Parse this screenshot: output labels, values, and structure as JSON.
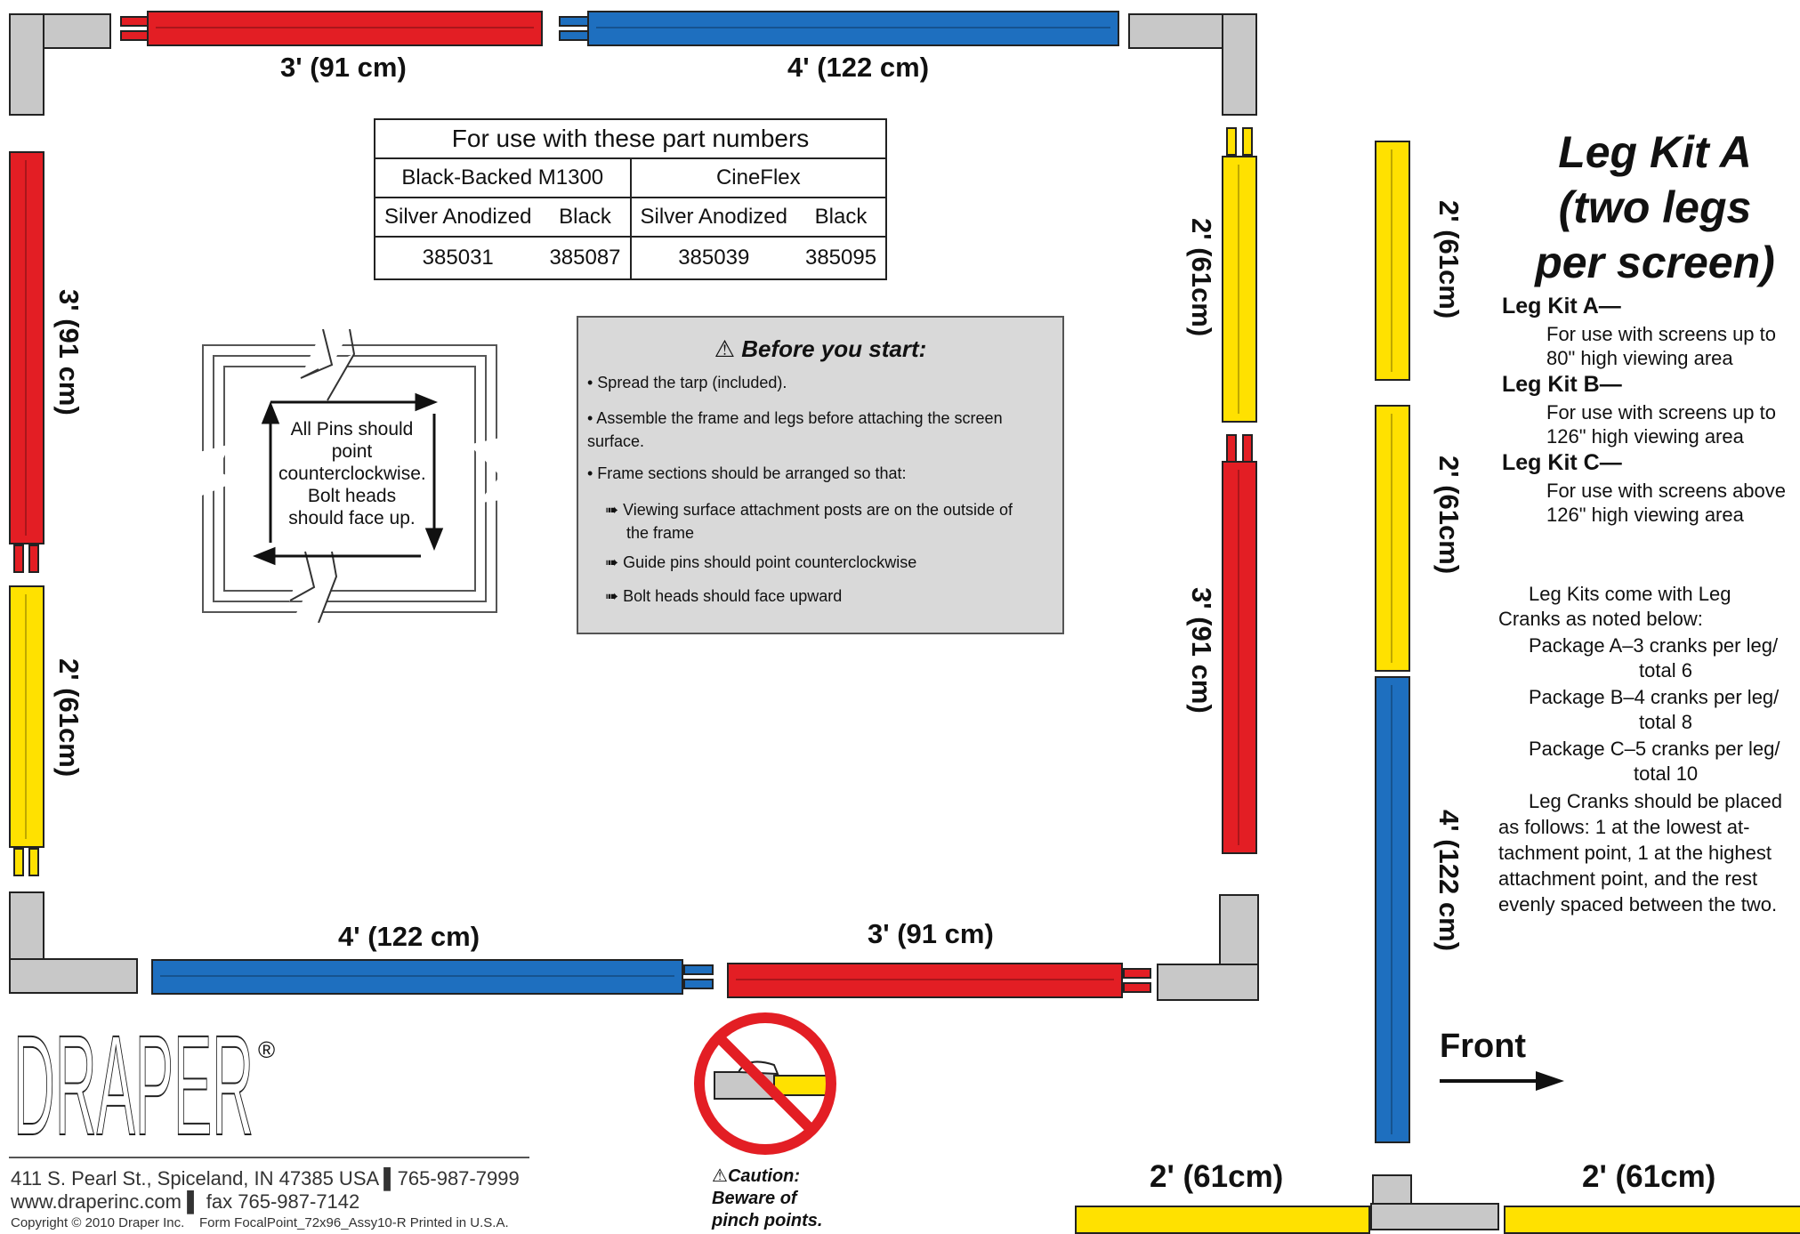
{
  "segments": {
    "top_left": "3' (91 cm)",
    "top_right": "4' (122 cm)",
    "left_top": "3' (91 cm)",
    "left_bottom": "2' (61cm)",
    "right_top": "2' (61cm)",
    "right_middle": "3' (91 cm)",
    "bottom_left": "4' (122 cm)",
    "bottom_right": "3' (91 cm)"
  },
  "legs": {
    "leg1": "2' (61cm)",
    "leg2": "2' (61cm)",
    "leg3": "4' (122 cm)",
    "base_left": "2' (61cm)",
    "base_right": "2' (61cm)"
  },
  "parts_table": {
    "title": "For use with these part numbers",
    "groups": [
      "Black-Backed M1300",
      "CineFlex"
    ],
    "headers": [
      "Silver Anodized",
      "Black",
      "Silver Anodized",
      "Black"
    ],
    "values": [
      "385031",
      "385087",
      "385039",
      "385095"
    ]
  },
  "diagram": {
    "note": "All Pins should point counterclockwise. Bolt heads should face up."
  },
  "before_start": {
    "title": "Before you start:",
    "items": [
      "• Spread the tarp (included).",
      "• Assemble the frame and legs before attaching the screen surface.",
      "• Frame sections should be arranged so that:"
    ],
    "sub_items": [
      "Viewing surface attachment posts are on the outside of the frame",
      "Guide pins should point counterclockwise",
      "Bolt heads should face upward"
    ]
  },
  "leg_kits": {
    "title_1": "Leg Kit A",
    "title_2": "(two legs",
    "title_3": "per screen)",
    "kits": [
      {
        "name": "Leg Kit A—",
        "desc1": "For use with screens up to",
        "desc2": "80\" high viewing area"
      },
      {
        "name": "Leg Kit B—",
        "desc1": "For use with screens up to",
        "desc2": "126\" high viewing area"
      },
      {
        "name": "Leg Kit C—",
        "desc1": "For use with screens above",
        "desc2": "126\" high viewing area"
      }
    ],
    "cranks_intro_1": "Leg Kits come with Leg",
    "cranks_intro_2": "Cranks as noted below:",
    "packages": [
      {
        "a": "Package A–3 cranks per leg/",
        "b": "total 6"
      },
      {
        "a": "Package B–4 cranks per leg/",
        "b": "total 8"
      },
      {
        "a": "Package C–5 cranks per leg/",
        "b": "total 10"
      }
    ],
    "placement": [
      "Leg Cranks should be placed",
      "as follows: 1 at the lowest at-",
      "tachment point, 1 at the highest",
      "attachment point, and the rest",
      "evenly spaced between the two."
    ]
  },
  "front_label": "Front",
  "caution": {
    "line1": "Caution:",
    "line2": "Beware of",
    "line3": "pinch points."
  },
  "company": {
    "logo": "DRAPER",
    "registered": "®",
    "address": "411 S. Pearl St., Spiceland, IN 47385 USA",
    "phone": "765-987-7999",
    "web": "www.draperinc.com",
    "fax": "fax 765-987-7142",
    "copyright": "Copyright © 2010 Draper Inc.",
    "form": "Form FocalPoint_72x96_Assy10-R Printed in U.S.A."
  }
}
